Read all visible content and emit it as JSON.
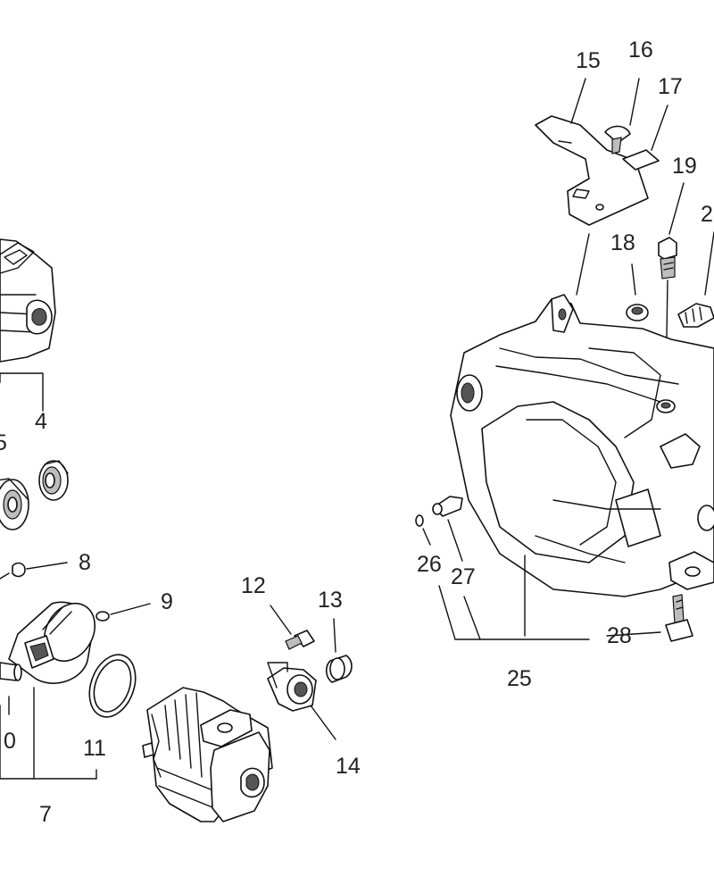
{
  "callouts": [
    {
      "id": "c15",
      "text": "15"
    },
    {
      "id": "c16",
      "text": "16"
    },
    {
      "id": "c17",
      "text": "17"
    },
    {
      "id": "c19",
      "text": "19"
    },
    {
      "id": "c2x",
      "text": "2"
    },
    {
      "id": "c18",
      "text": "18"
    },
    {
      "id": "c4",
      "text": "4"
    },
    {
      "id": "c5",
      "text": "5"
    },
    {
      "id": "c8",
      "text": "8"
    },
    {
      "id": "c9",
      "text": "9"
    },
    {
      "id": "c12",
      "text": "12"
    },
    {
      "id": "c13",
      "text": "13"
    },
    {
      "id": "c26",
      "text": "26"
    },
    {
      "id": "c27",
      "text": "27"
    },
    {
      "id": "c28",
      "text": "28"
    },
    {
      "id": "c25",
      "text": "25"
    },
    {
      "id": "c10",
      "text": "0"
    },
    {
      "id": "c11",
      "text": "11"
    },
    {
      "id": "c14",
      "text": "14"
    },
    {
      "id": "c7",
      "text": "7"
    }
  ]
}
